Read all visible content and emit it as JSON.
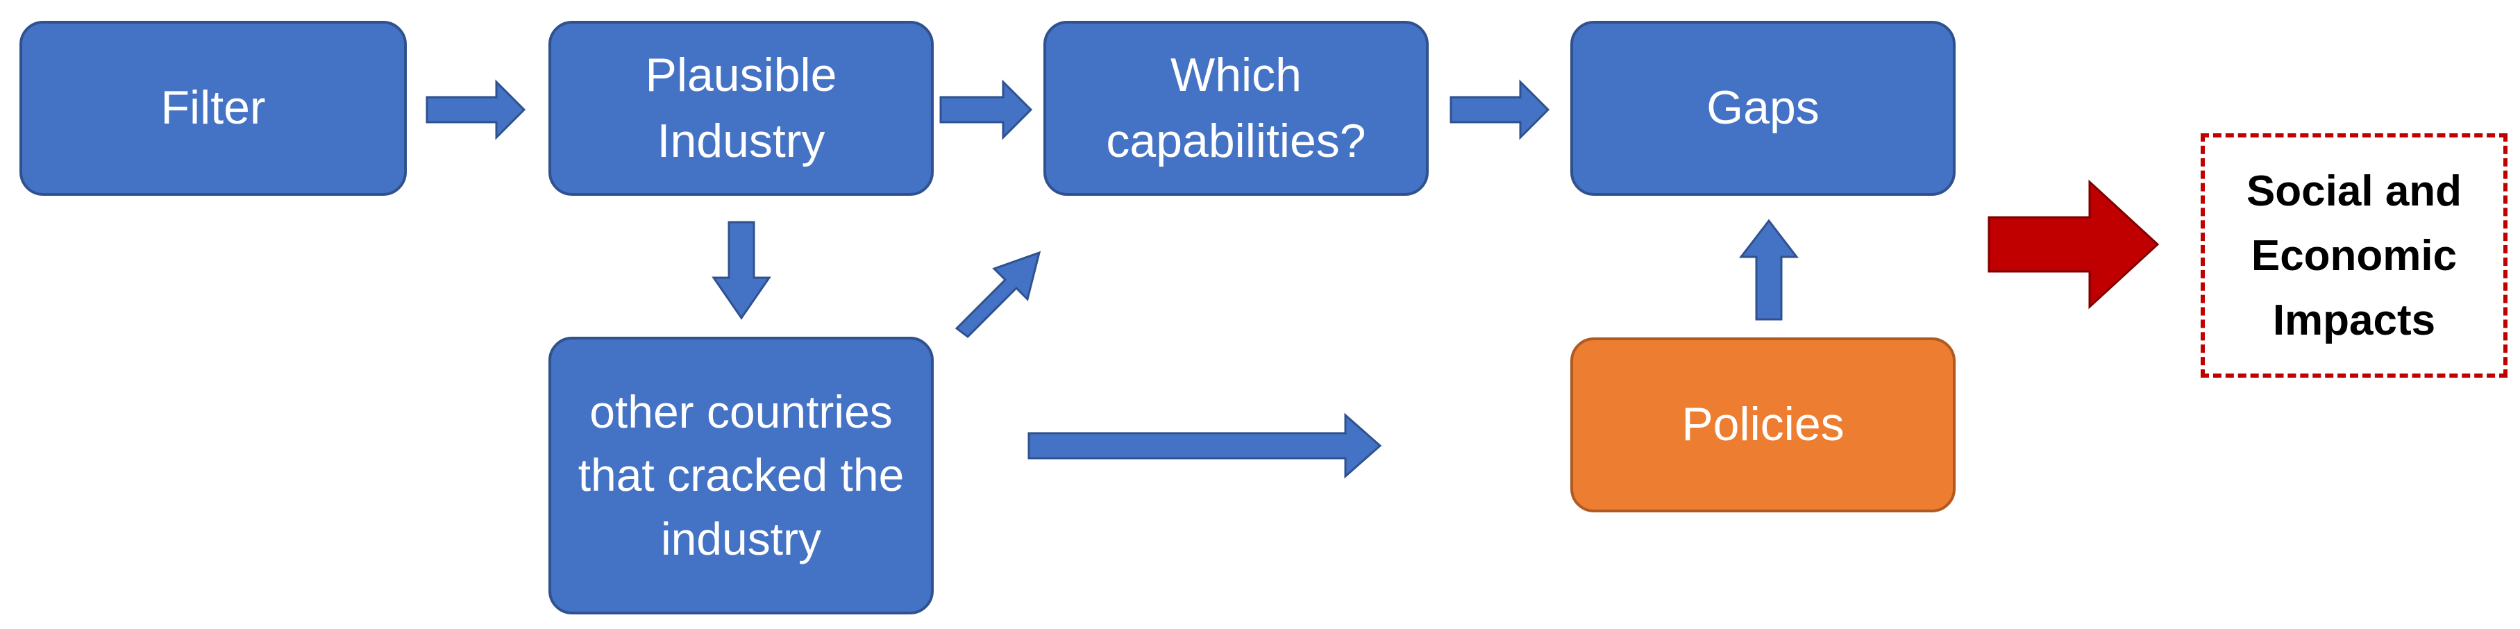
{
  "nodes": {
    "filter": "Filter",
    "plausible_industry": "Plausible Industry",
    "which_capabilities": "Which capabilities?",
    "gaps": "Gaps",
    "other_countries": "other countries that cracked the  industry",
    "policies": "Policies",
    "social_economic_impacts": "Social and Economic Impacts"
  },
  "colors": {
    "box_fill": "#4472C4",
    "box_border": "#2F528F",
    "policy_fill": "#ED7D31",
    "policy_border": "#AE5A21",
    "impact_arrow": "#C00000",
    "impact_border": "#C00000"
  }
}
